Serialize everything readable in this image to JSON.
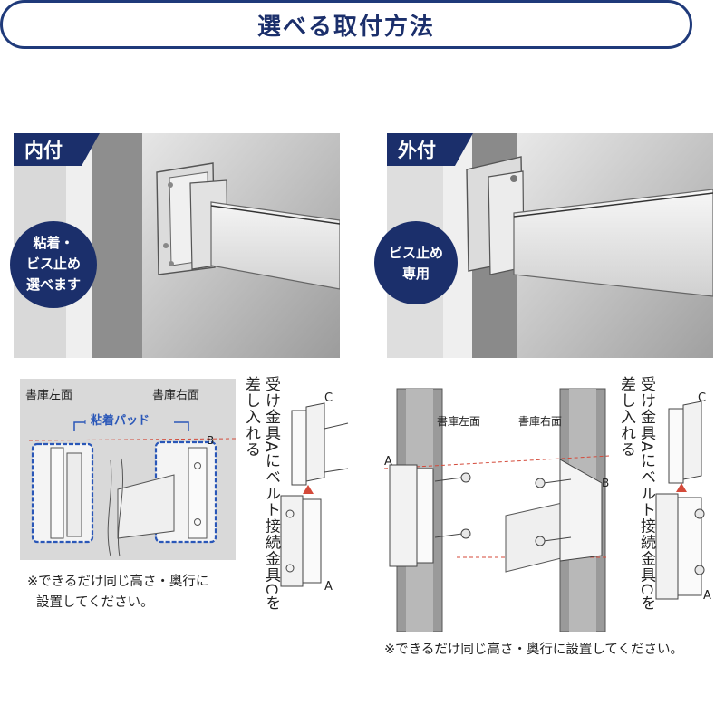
{
  "title": "選べる取付方法",
  "left_panel": {
    "tag": "内付",
    "badge_lines": [
      "粘着・",
      "ビス止め",
      "選べます"
    ]
  },
  "right_panel": {
    "tag": "外付",
    "badge_lines": [
      "ビス止め",
      "専用"
    ]
  },
  "left_diagram": {
    "label_left": "書庫左面",
    "label_right": "書庫右面",
    "pad_label": "粘着パッド",
    "letter_b": "B",
    "note_line1": "※できるだけ同じ高さ・奥行に",
    "note_line2": "設置してください。",
    "vertical_caption": "受け金具Aにベルト接続金具Cを差し入れる",
    "letter_c": "C",
    "letter_a": "A"
  },
  "right_diagram": {
    "label_left": "書庫左面",
    "label_right": "書庫右面",
    "letter_a": "A",
    "letter_b": "B",
    "note": "※できるだけ同じ高さ・奥行に設置してください。",
    "vertical_caption": "受け金具Aにベルト接続金具Cを差し入れる",
    "letter_c": "C",
    "letter_a2": "A"
  },
  "colors": {
    "navy": "#1b2f6b",
    "pad_blue": "#2a57b8",
    "guide_red": "#d44a3a"
  }
}
